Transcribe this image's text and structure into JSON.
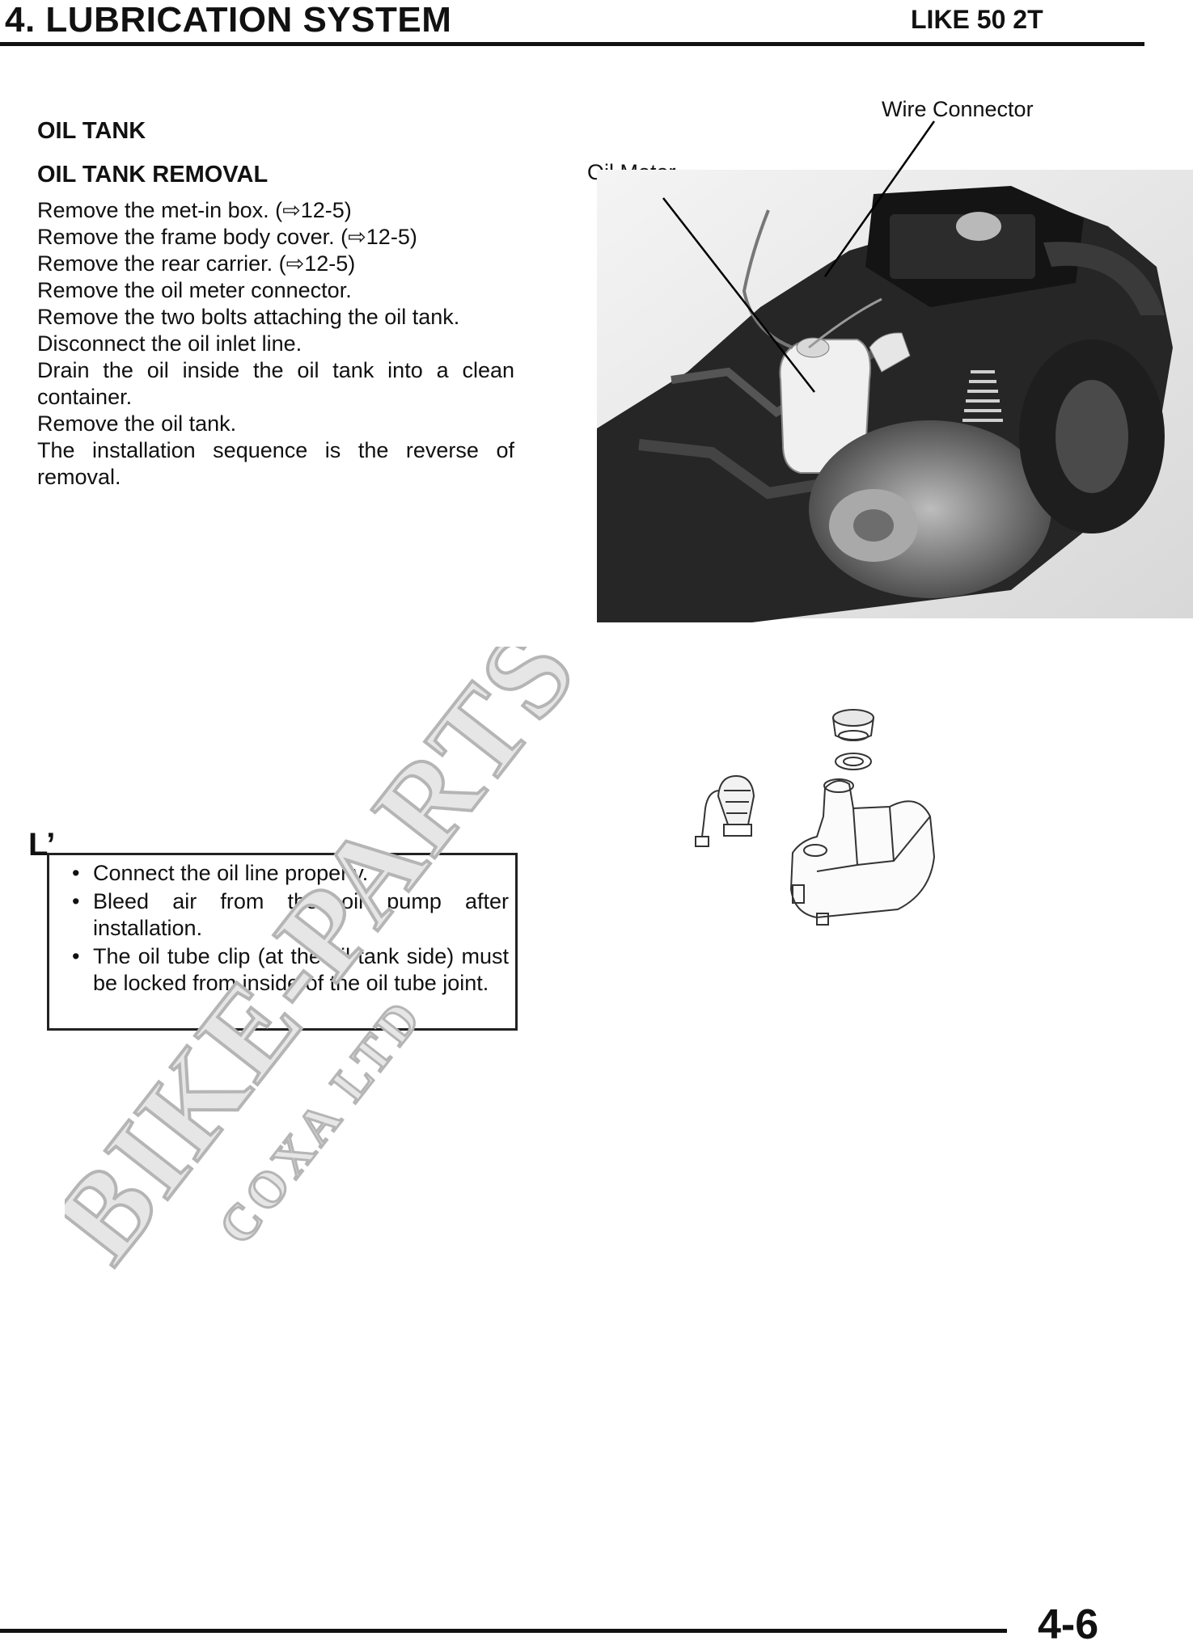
{
  "header": {
    "title": "4. LUBRICATION SYSTEM",
    "model": "LIKE 50 2T"
  },
  "section": {
    "heading": "OIL TANK",
    "subheading": "OIL TANK REMOVAL",
    "steps": [
      "Remove the met-in box. (⇨12-5)",
      "Remove the frame body cover. (⇨12-5)",
      "Remove the rear carrier. (⇨12-5)",
      "Remove the oil meter connector.",
      "Remove the two bolts attaching the oil tank.",
      "Disconnect the oil inlet line.",
      "Drain the oil inside the oil tank into a clean container.",
      "Remove the oil tank.",
      "The installation sequence is the reverse of removal."
    ]
  },
  "photo": {
    "callout_wire": "Wire Connector",
    "callout_meter": "Oil Meter"
  },
  "note": {
    "mark": "L’",
    "items": [
      "Connect the oil line properly.",
      "Bleed air from the oil pump after installation.",
      "The oil tube clip (at the oil tank side) must be locked from inside of the oil tube joint."
    ]
  },
  "watermark": {
    "line1": "BIKE-PARTS",
    "line2": "COXA LTD"
  },
  "footer": {
    "page": "4-6"
  }
}
